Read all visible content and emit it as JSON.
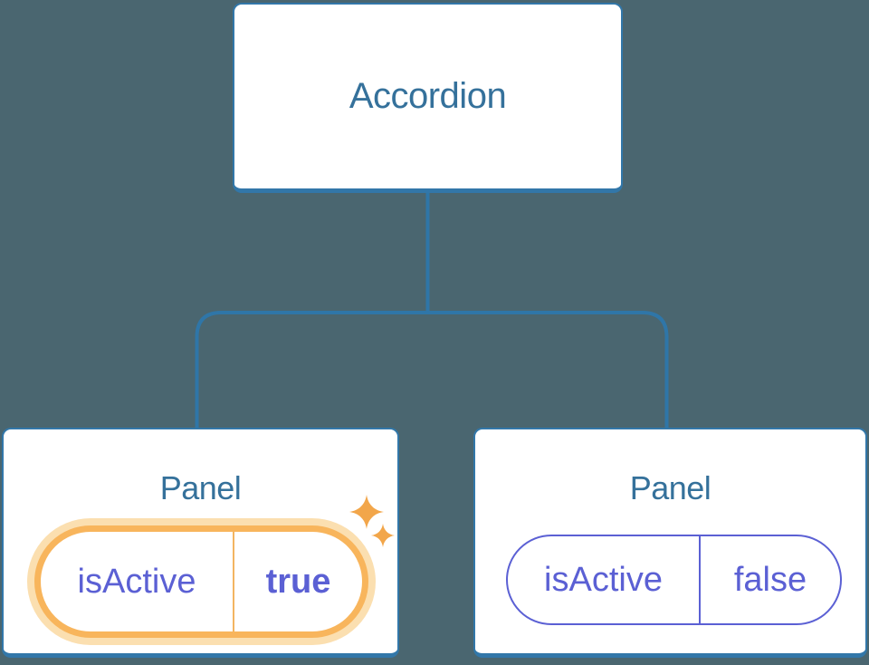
{
  "colors": {
    "background": "#4A6670",
    "node-bg": "#FFFFFF",
    "node-border": "#3277A9",
    "title-text": "#35719B",
    "connector": "#2F76A8",
    "state-text": "#5B60D4",
    "state-border": "#5B60D4",
    "highlight-ring": "#F8B55C",
    "highlight-halo": "#FBDFB0",
    "highlight-divider": "#F3B561",
    "sparkle": "#F2A64A"
  },
  "tree": {
    "root": {
      "label": "Accordion"
    },
    "children": [
      {
        "label": "Panel",
        "state_key": "isActive",
        "state_value": "true",
        "highlighted": true,
        "highlight_icon": "sparkles"
      },
      {
        "label": "Panel",
        "state_key": "isActive",
        "state_value": "false",
        "highlighted": false
      }
    ]
  }
}
